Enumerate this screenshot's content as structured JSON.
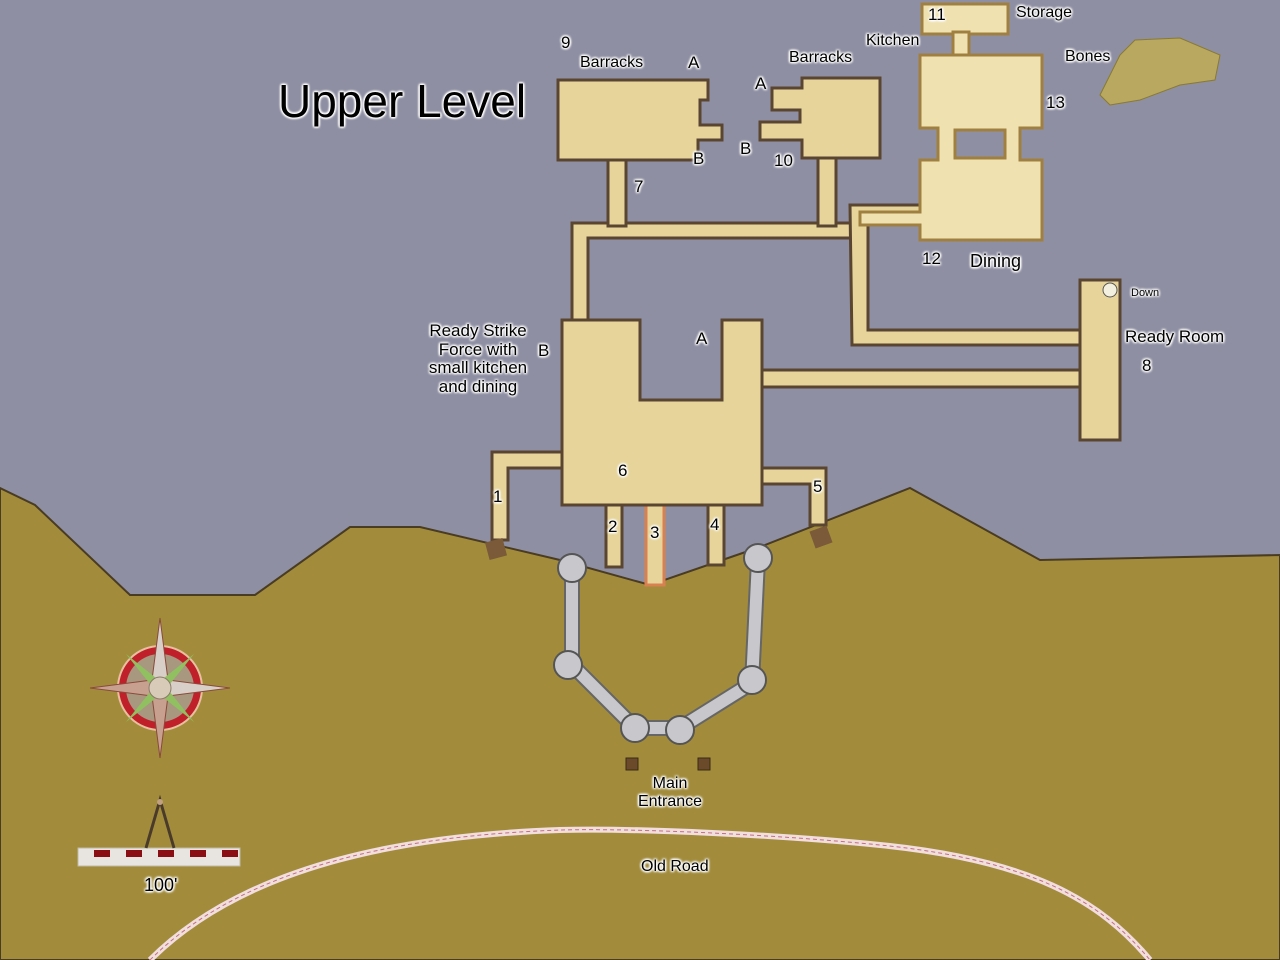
{
  "map": {
    "title": "Upper Level",
    "colors": {
      "sky": "#8f8fa3",
      "ground": "#a28c3c",
      "floor": "#e6d49a",
      "wall": "#5a4630",
      "tower": "#c8c8cc",
      "road": "#f3dede",
      "compass_ring": "#c0202a"
    },
    "rooms": [
      {
        "id": "1",
        "label": "1"
      },
      {
        "id": "2",
        "label": "2"
      },
      {
        "id": "3",
        "label": "3"
      },
      {
        "id": "4",
        "label": "4"
      },
      {
        "id": "5",
        "label": "5"
      },
      {
        "id": "6",
        "label": "6",
        "name": "Ready Strike\nForce with\nsmall kitchen\nand dining",
        "door_a": "A",
        "door_b": "B"
      },
      {
        "id": "7",
        "label": "7"
      },
      {
        "id": "8",
        "label": "8",
        "name": "Ready Room",
        "stairs": "Down"
      },
      {
        "id": "9",
        "label": "9",
        "name": "Barracks",
        "door_a": "A",
        "door_b": "B"
      },
      {
        "id": "10",
        "label": "10",
        "name": "Barracks",
        "door_a": "A",
        "door_b": "B"
      },
      {
        "id": "11",
        "label": "11",
        "name": "Storage",
        "sub": "Kitchen"
      },
      {
        "id": "12",
        "label": "12",
        "name": "Dining"
      },
      {
        "id": "13",
        "label": "13",
        "name": "Bones"
      }
    ],
    "outside": {
      "entrance": "Main\nEntrance",
      "road": "Old Road"
    },
    "legend": {
      "compass": "compass-rose",
      "scale_label": "100'"
    }
  }
}
